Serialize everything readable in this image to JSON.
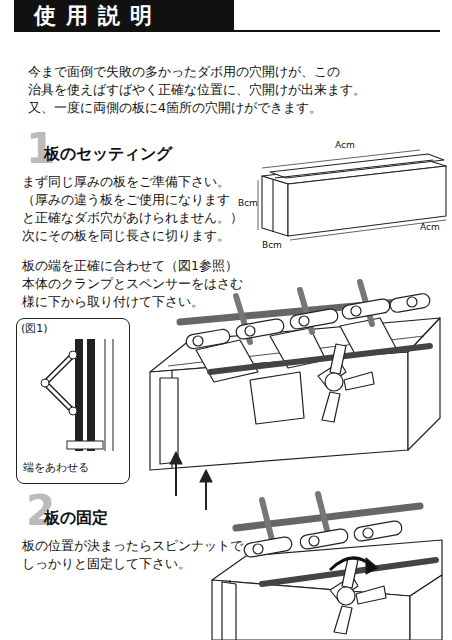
{
  "diagram": {
    "title": "使用説明",
    "nodes": [
      {
        "text": [
          "(図1)",
          "端をあわせる"
        ]
      }
    ],
    "labels": [
      "今まで面倒で失敗の多かったダボ用の穴開けが、この",
      "治具を使えばすばやく正確な位置に、穴開けが出来ます。",
      "又、一度に両側の板に4箇所の穴開けができます。",
      "1",
      "板のセッティング",
      "まず同じ厚みの板をご準備下さい。",
      "（厚みの違う板をご使用になります",
      "と正確なダボ穴があけられません。）",
      "次にその板を同じ長さに切ります。",
      "板の端を正確に合わせて（図1参照）",
      "本体のクランプとスペンサーをはさむ",
      "様に下から取り付けて下さい。",
      "Acm",
      "Acm",
      "Bcm",
      "Bcm",
      "2",
      "板の固定",
      "板の位置が決まったらスピンナットで",
      "しっかりと固定して下さい。"
    ]
  }
}
